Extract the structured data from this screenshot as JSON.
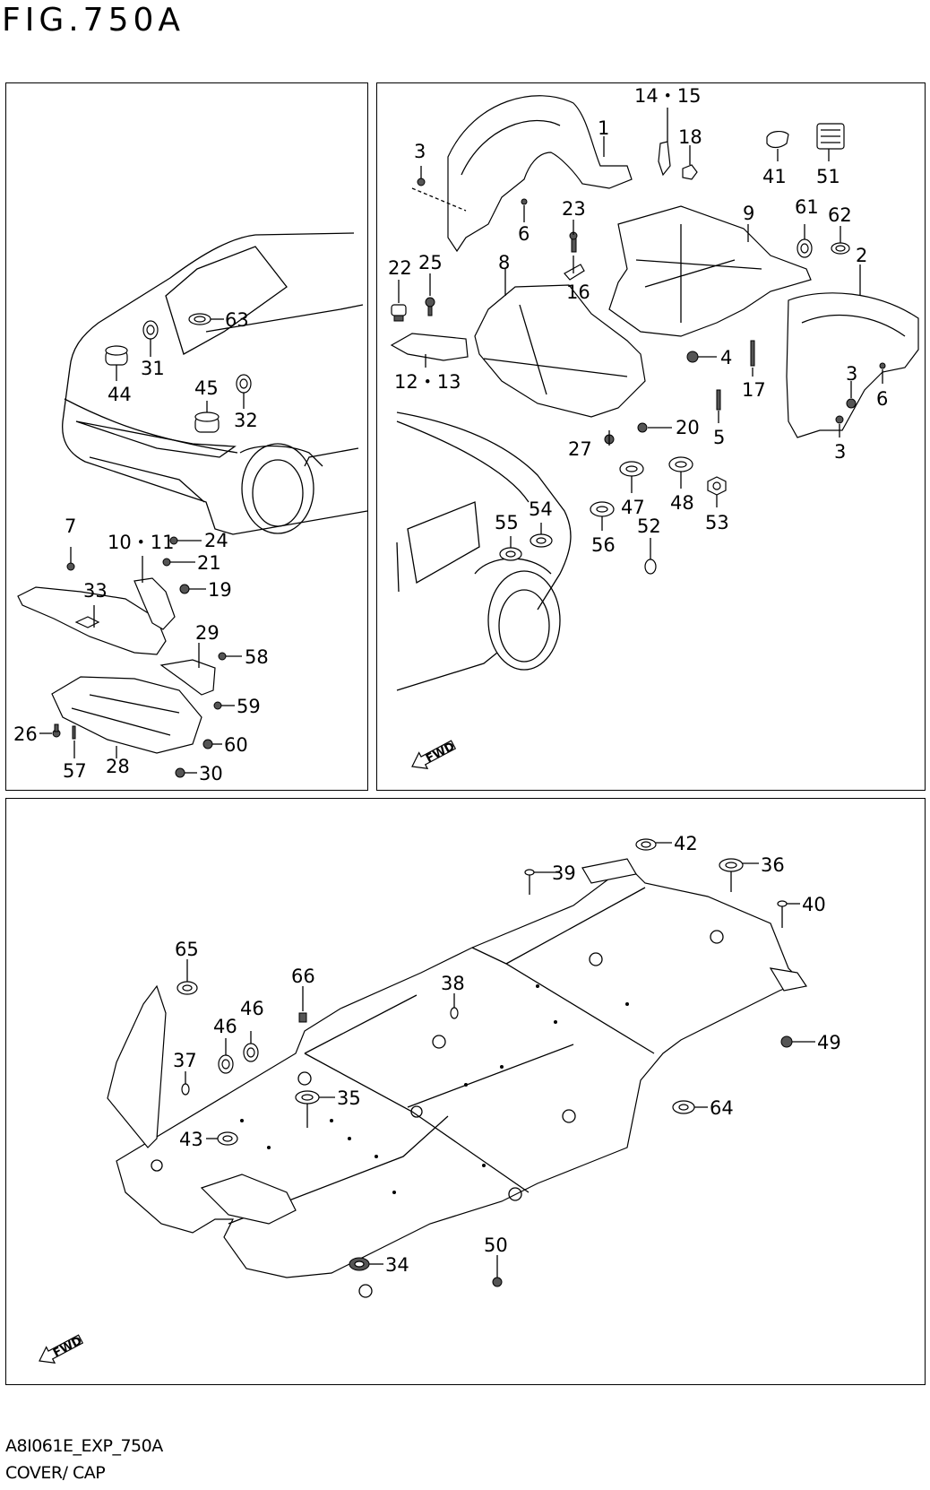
{
  "figure": {
    "title": "FIG.750A",
    "drawing_code": "A8I061E_EXP_750A",
    "caption": "COVER/ CAP",
    "fwd_marker": "FWD"
  },
  "panel_left": {
    "callouts": [
      "63",
      "31",
      "44",
      "45",
      "32",
      "7",
      "24",
      "10・11",
      "21",
      "19",
      "33",
      "29",
      "58",
      "59",
      "26",
      "60",
      "57",
      "28",
      "30"
    ]
  },
  "panel_right": {
    "callouts": [
      "14・15",
      "1",
      "18",
      "41",
      "51",
      "3",
      "6",
      "23",
      "9",
      "61",
      "62",
      "2",
      "22",
      "25",
      "8",
      "16",
      "4",
      "17",
      "12・13",
      "3",
      "6",
      "20",
      "5",
      "3",
      "27",
      "47",
      "48",
      "53",
      "55",
      "54",
      "56",
      "52"
    ]
  },
  "panel_bottom": {
    "callouts": [
      "42",
      "36",
      "39",
      "40",
      "65",
      "66",
      "38",
      "46",
      "46",
      "49",
      "37",
      "35",
      "64",
      "43",
      "34",
      "50"
    ]
  }
}
